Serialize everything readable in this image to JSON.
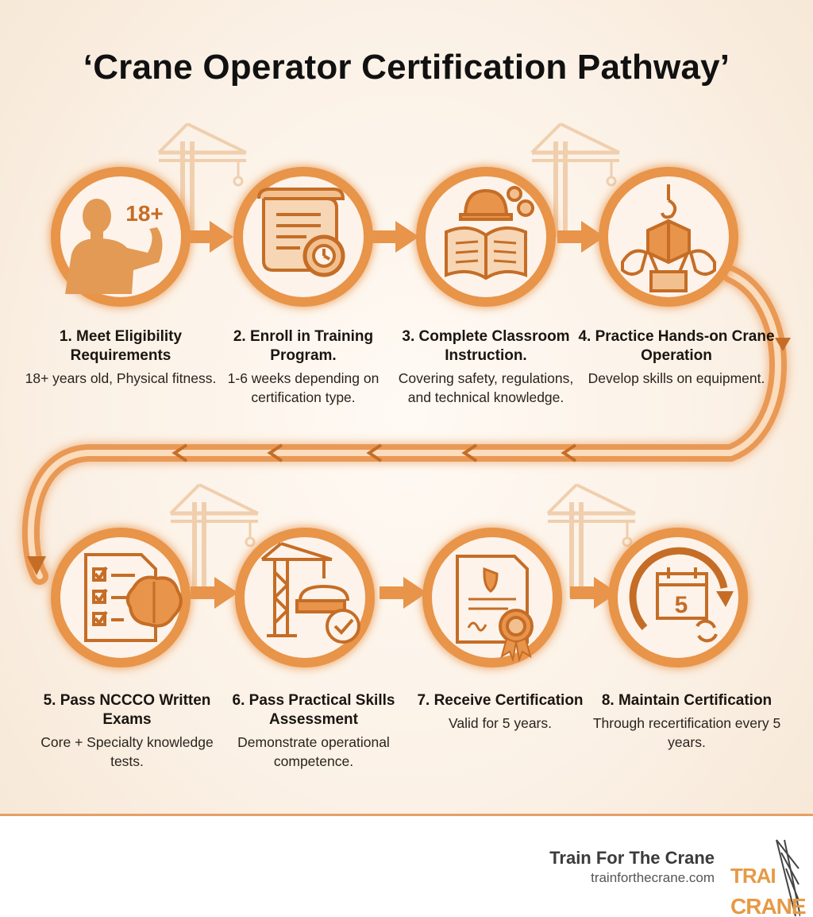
{
  "title": "‘Crane Operator Certification Pathway’",
  "colors": {
    "accent": "#e8944a",
    "accent_dark": "#c56d26",
    "accent_light": "#f7c89a",
    "circle_fill": "#fdf3ea"
  },
  "steps": [
    {
      "title": "1. Meet Eligibility Requirements",
      "desc": "18+ years old, Physical fitness.",
      "icon": "person-flexing-18plus-icon",
      "badge": "18+"
    },
    {
      "title": "2. Enroll in Training Program.",
      "desc": "1-6 weeks depending on certification type.",
      "icon": "scroll-clock-gear-icon"
    },
    {
      "title": "3. Complete Classroom Instruction.",
      "desc": "Covering safety, regulations, and technical knowledge.",
      "icon": "book-hardhat-gears-icon"
    },
    {
      "title": "4. Practice Hands-on Crane Operation",
      "desc": "Develop skills on equipment.",
      "icon": "hands-joystick-hook-icon"
    },
    {
      "title": "5. Pass NCCCO Written Exams",
      "desc": "Core + Specialty knowledge tests.",
      "icon": "checklist-brain-icon"
    },
    {
      "title": "6. Pass Practical Skills Assessment",
      "desc": "Demonstrate operational competence.",
      "icon": "tower-crane-check-icon"
    },
    {
      "title": "7. Receive Certification",
      "desc": "Valid for 5 years.",
      "icon": "certificate-ribbon-icon"
    },
    {
      "title": "8. Maintain Certification",
      "desc": "Through recertification every 5 years.",
      "icon": "calendar-renew-icon",
      "badge": "5"
    }
  ],
  "footer": {
    "brand_name": "Train For The Crane",
    "brand_url": "trainforthecrane.com",
    "logo_icon": "train-for-the-crane-logo"
  }
}
